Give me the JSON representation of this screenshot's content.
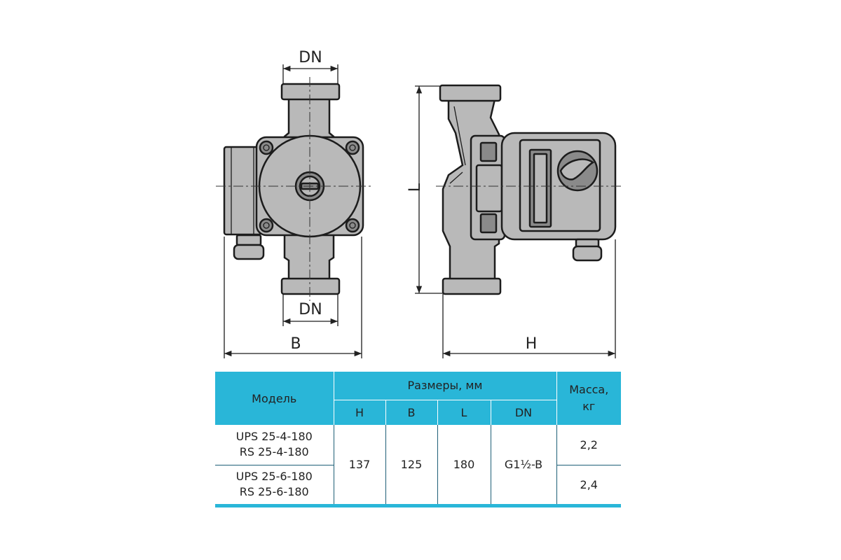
{
  "drawing": {
    "dim_dn_top": "DN",
    "dim_dn_bottom": "DN",
    "dim_b": "B",
    "dim_l": "L",
    "dim_h": "H"
  },
  "table": {
    "header_model": "Модель",
    "header_dimensions": "Размеры, мм",
    "header_mass": "Масса, кг",
    "col_h": "H",
    "col_b": "B",
    "col_l": "L",
    "col_dn": "DN",
    "rows": [
      {
        "model_1": "UPS 25-4-180",
        "model_2": "RS 25-4-180",
        "mass": "2,2"
      },
      {
        "model_1": "UPS 25-6-180",
        "model_2": "RS 25-6-180",
        "mass": "2,4"
      }
    ],
    "shared": {
      "h": "137",
      "b": "125",
      "l": "180",
      "dn": "G1½-B"
    }
  },
  "colors": {
    "header_bg": "#29b6d8",
    "line": "#1e5f77"
  }
}
